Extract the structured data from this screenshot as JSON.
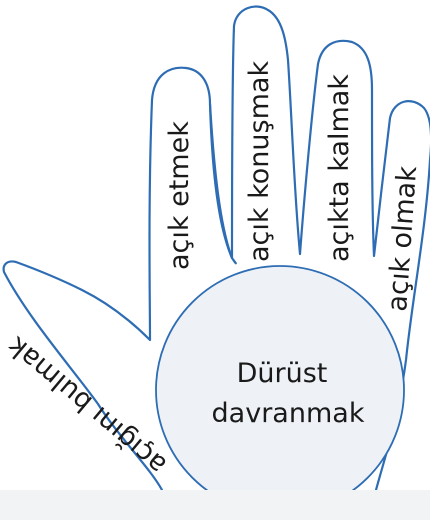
{
  "diagram": {
    "colors": {
      "outline": "#2e6db4",
      "palm_fill": "#eef2f6",
      "text": "#1a1a1a"
    },
    "center": {
      "line1": "Dürüst",
      "line2": "davranmak"
    },
    "fingers": {
      "thumb": "açığını bulmak",
      "index": "açık etmek",
      "middle": "açık konuşmak",
      "ring": "açıkta kalmak",
      "pinky": "açık olmak"
    }
  }
}
